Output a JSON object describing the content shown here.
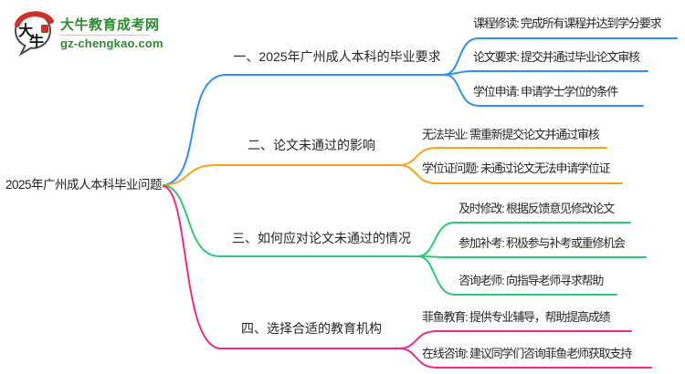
{
  "logo": {
    "title": "大牛教育成考网",
    "domain": "gz-chengkao.com",
    "icon_chars": "大牛",
    "brand_color": "#2e8b2e",
    "seal_color": "#cf3028"
  },
  "mindmap": {
    "root": {
      "label": "2025年广州成人本科毕业问题"
    },
    "branches": [
      {
        "label": "一、2025年广州成人本科的毕业要求",
        "color": "#2f91f0",
        "children": [
          "课程修读: 完成所有课程并达到学分要求",
          "论文要求: 提交并通过毕业论文审核",
          "学位申请: 申请学士学位的条件"
        ]
      },
      {
        "label": "二、论文未通过的影响",
        "color": "#f7a41b",
        "children": [
          "无法毕业: 需重新提交论文并通过审核",
          "学位证问题: 未通过论文无法申请学位证"
        ]
      },
      {
        "label": "三、如何应对论文未通过的情况",
        "color": "#2bcb74",
        "children": [
          "及时修改: 根据反馈意见修改论文",
          "参加补考: 积极参与补考或重修机会",
          "咨询老师: 向指导老师寻求帮助"
        ]
      },
      {
        "label": "四、选择合适的教育机构",
        "color": "#f42b7c",
        "children": [
          "菲鱼教育: 提供专业辅导，帮助提高成绩",
          "在线咨询: 建议同学们咨询菲鱼老师获取支持"
        ]
      }
    ]
  }
}
